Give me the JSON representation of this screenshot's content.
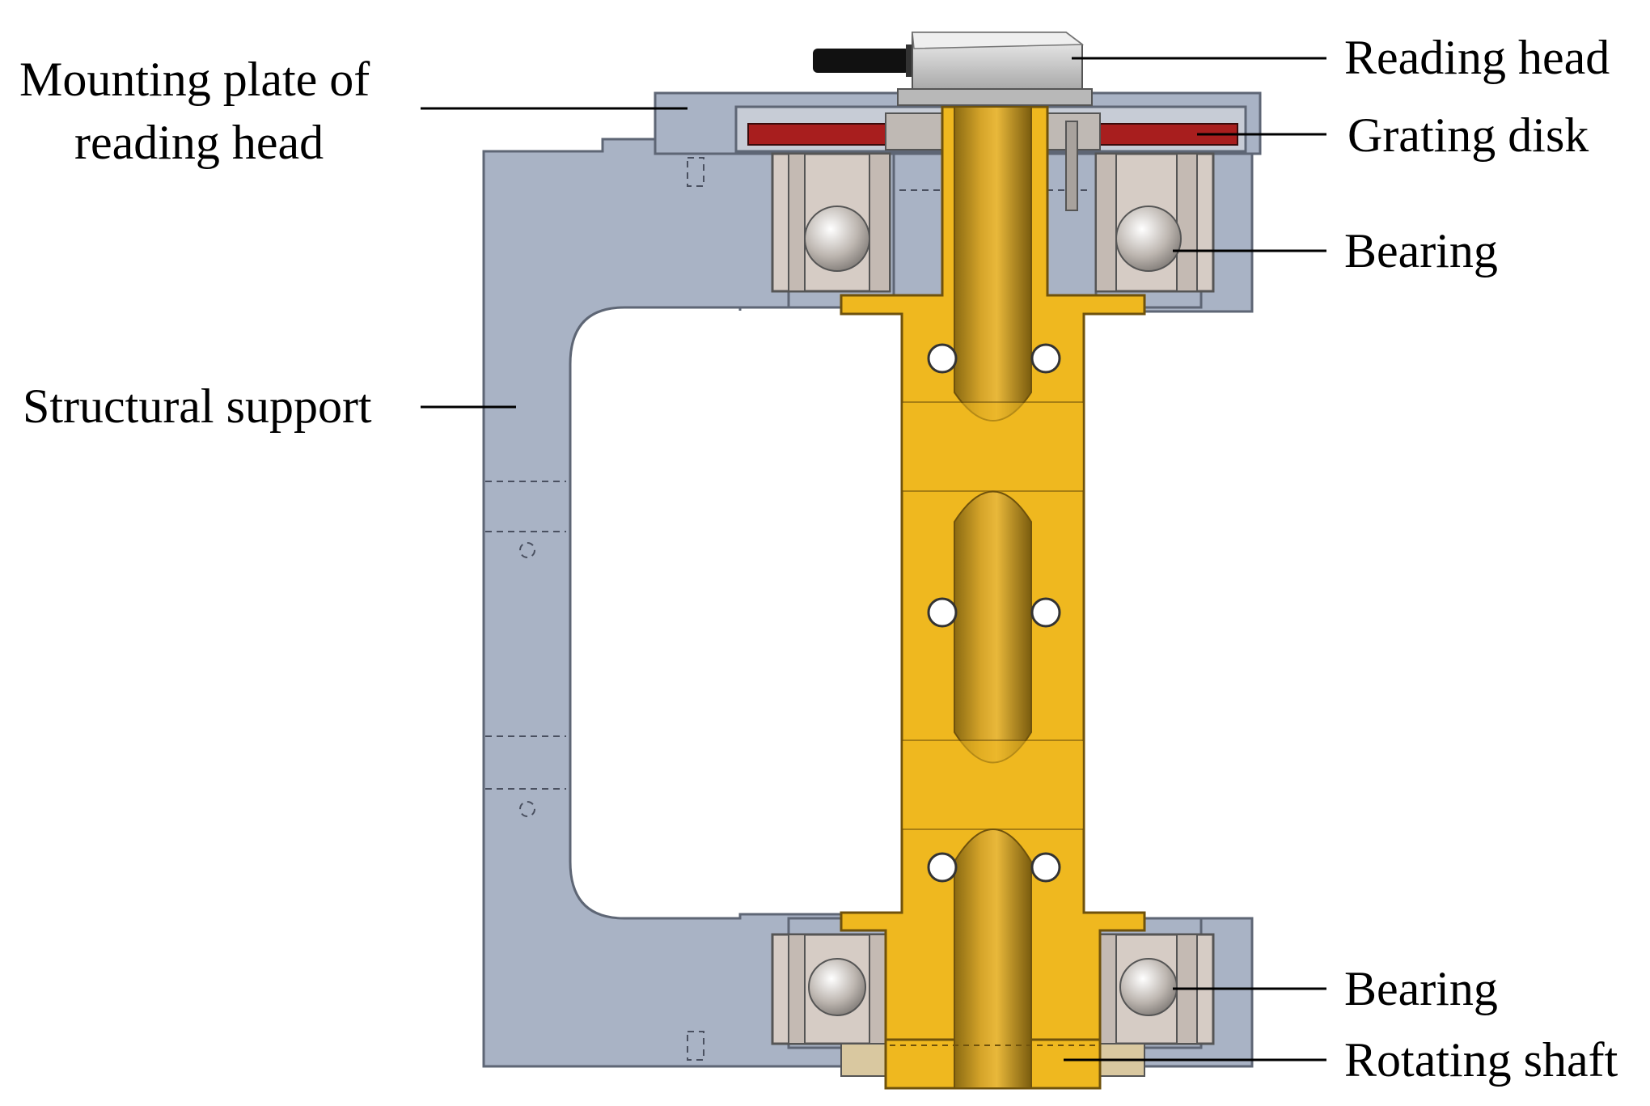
{
  "labels": {
    "mounting_plate_line1": "Mounting plate of",
    "mounting_plate_line2": "reading head",
    "structural_support": "Structural support",
    "reading_head": "Reading head",
    "grating_disk": "Grating disk",
    "bearing_top": "Bearing",
    "bearing_bottom": "Bearing",
    "rotating_shaft": "Rotating shaft"
  },
  "colors": {
    "support": "#A9B3C5",
    "support_dark": "#8E98AB",
    "shaft": "#EFB81F",
    "shaft_dark": "#B98A12",
    "shaft_core": "#C9961A",
    "bearing_race": "#D6CCC5",
    "bearing_ball": "#B9B2AC",
    "grating": "#A81E1E",
    "reading_head": "#D8D8D8",
    "cable": "#111111",
    "line": "#000000"
  }
}
